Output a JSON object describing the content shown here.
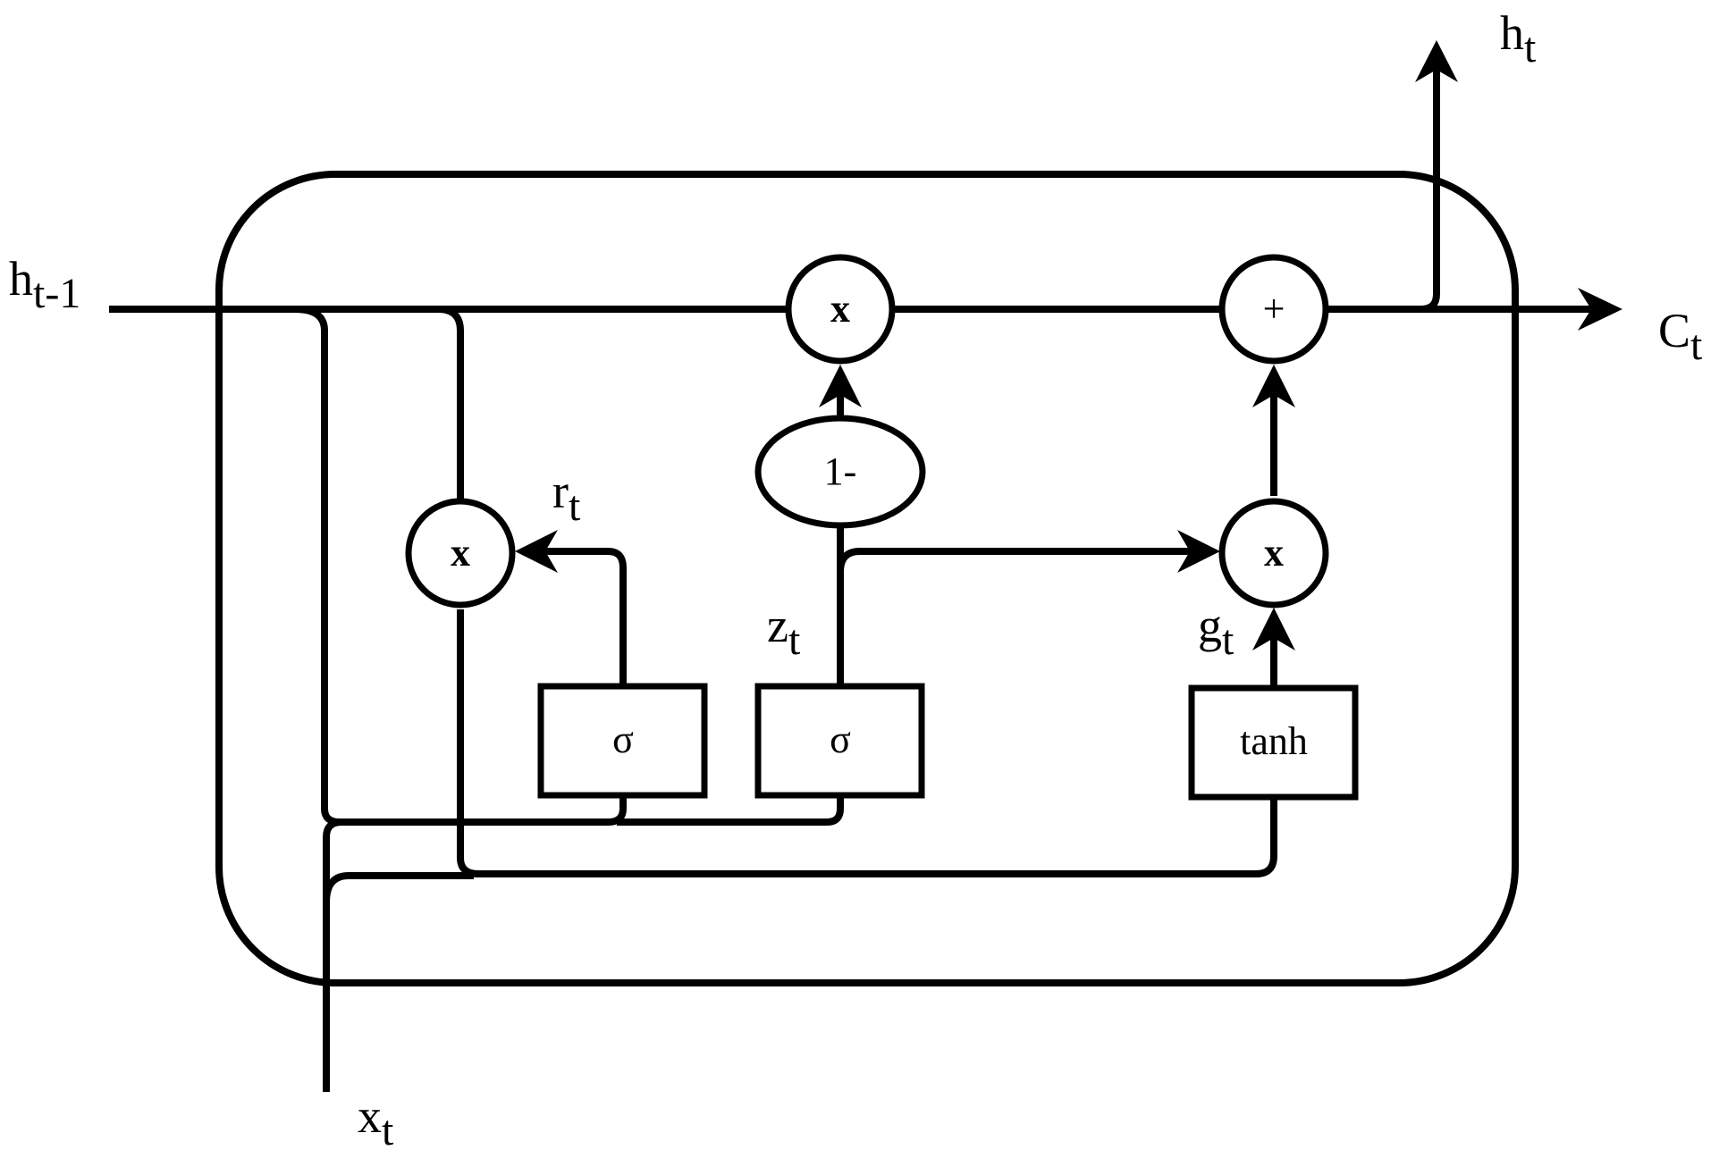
{
  "labels": {
    "h_prev": {
      "base": "h",
      "sub": "t-1"
    },
    "h_out": {
      "base": "h",
      "sub": "t"
    },
    "c_out": {
      "base": "C",
      "sub": "t"
    },
    "x_in": {
      "base": "x",
      "sub": "t"
    },
    "r_gate": {
      "base": "r",
      "sub": "t"
    },
    "z_gate": {
      "base": "z",
      "sub": "t"
    },
    "g_gate": {
      "base": "g",
      "sub": "t"
    }
  },
  "operators": {
    "reset_multiply": "x",
    "carry_multiply": "x",
    "update_multiply": "x",
    "sum": "+",
    "one_minus": "1-"
  },
  "gates": {
    "reset_sigma": "σ",
    "update_sigma": "σ",
    "candidate_tanh": "tanh"
  },
  "colors": {
    "stroke": "#000000",
    "background": "#ffffff"
  }
}
